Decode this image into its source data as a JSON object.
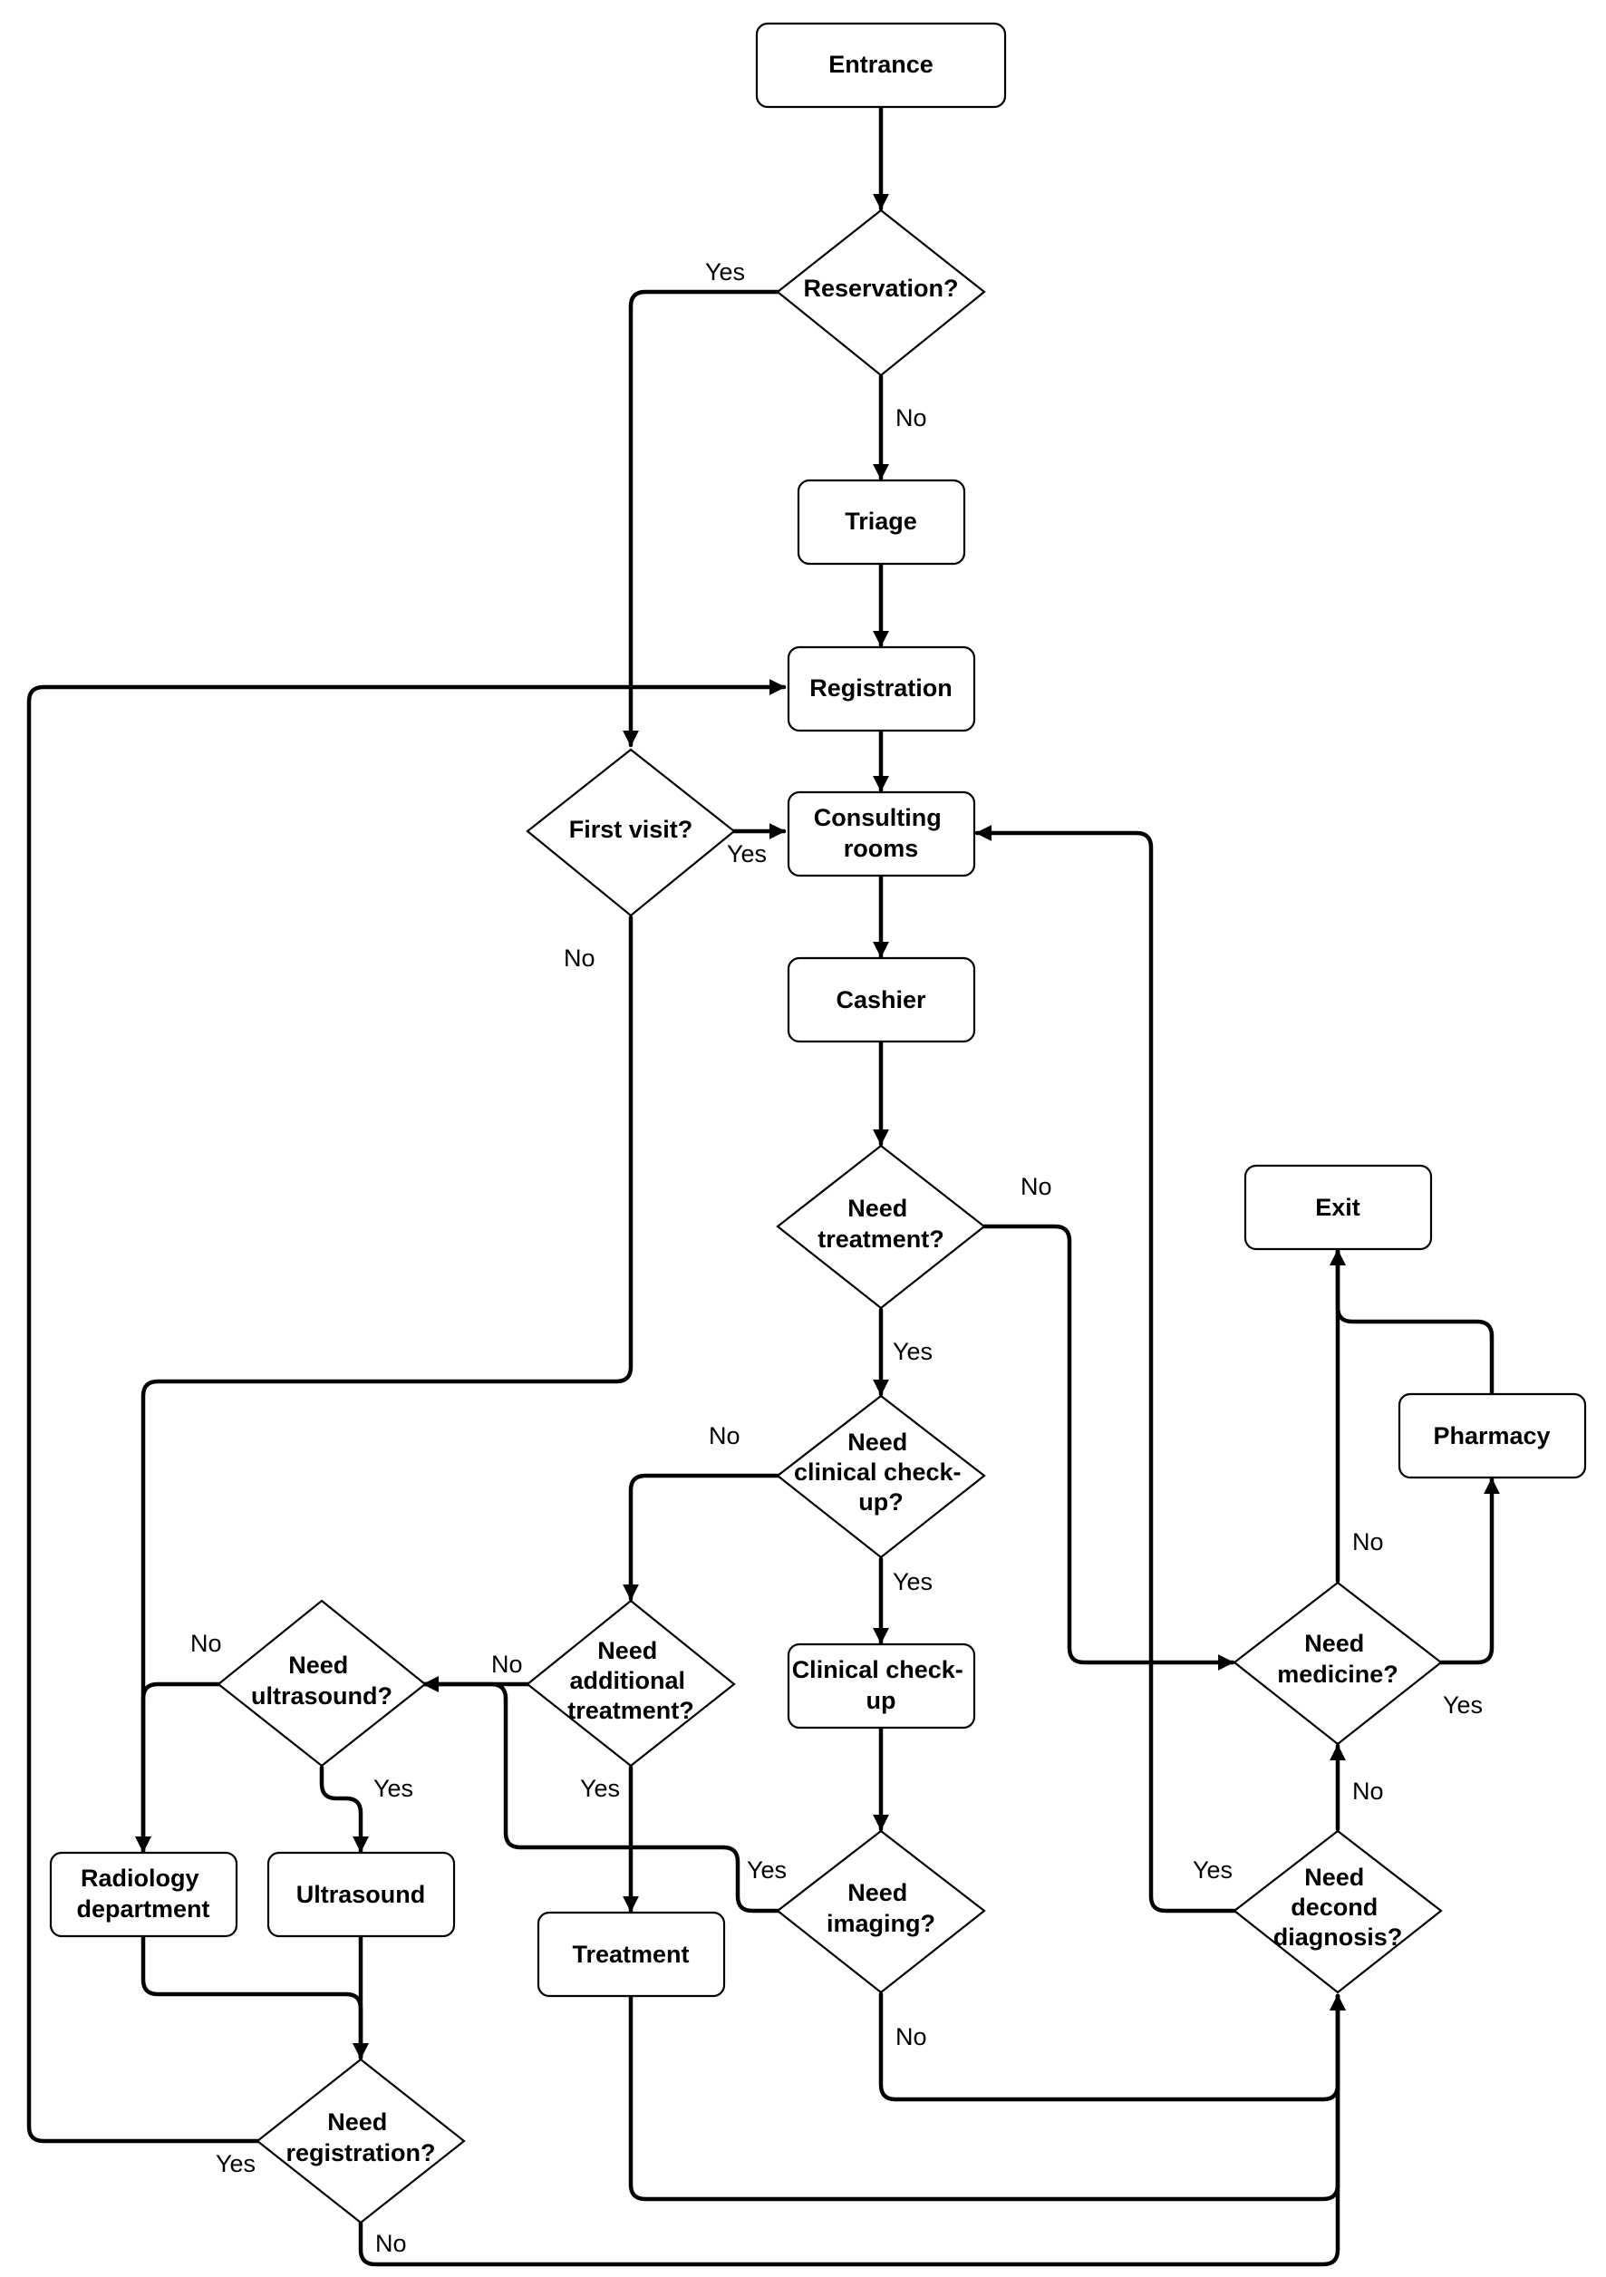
{
  "nodes": {
    "entrance": [
      "Entrance"
    ],
    "reservation": [
      "Reservation?"
    ],
    "triage": [
      "Triage"
    ],
    "registration": [
      "Registration"
    ],
    "first_visit": [
      "First visit?"
    ],
    "consulting": [
      "Consulting",
      "rooms"
    ],
    "cashier": [
      "Cashier"
    ],
    "need_treatment": [
      "Need",
      "treatment?"
    ],
    "need_clinical": [
      "Need",
      "clinical check-",
      "up?"
    ],
    "clinical_checkup": [
      "Clinical check-",
      "up"
    ],
    "need_additional": [
      "Need",
      "additional",
      "treatment?"
    ],
    "need_ultrasound": [
      "Need",
      "ultrasound?"
    ],
    "radiology": [
      "Radiology",
      "department"
    ],
    "ultrasound": [
      "Ultrasound"
    ],
    "treatment": [
      "Treatment"
    ],
    "need_imaging": [
      "Need",
      "imaging?"
    ],
    "need_registration": [
      "Need",
      "registration?"
    ],
    "exit": [
      "Exit"
    ],
    "pharmacy": [
      "Pharmacy"
    ],
    "need_medicine": [
      "Need",
      "medicine?"
    ],
    "need_second_diagnosis": [
      "Need",
      "decond",
      "diagnosis?"
    ]
  },
  "edge_labels": {
    "reservation_yes": "Yes",
    "reservation_no": "No",
    "first_visit_yes": "Yes",
    "first_visit_no": "No",
    "need_treatment_no": "No",
    "need_treatment_yes": "Yes",
    "need_clinical_no": "No",
    "need_clinical_yes": "Yes",
    "need_additional_no": "No",
    "need_additional_yes": "Yes",
    "need_ultrasound_no": "No",
    "need_ultrasound_yes": "Yes",
    "need_imaging_yes": "Yes",
    "need_imaging_no": "No",
    "need_registration_yes": "Yes",
    "need_registration_no": "No",
    "need_medicine_no": "No",
    "need_medicine_yes": "Yes",
    "need_second_diagnosis_yes": "Yes",
    "need_second_diagnosis_no": "No"
  }
}
